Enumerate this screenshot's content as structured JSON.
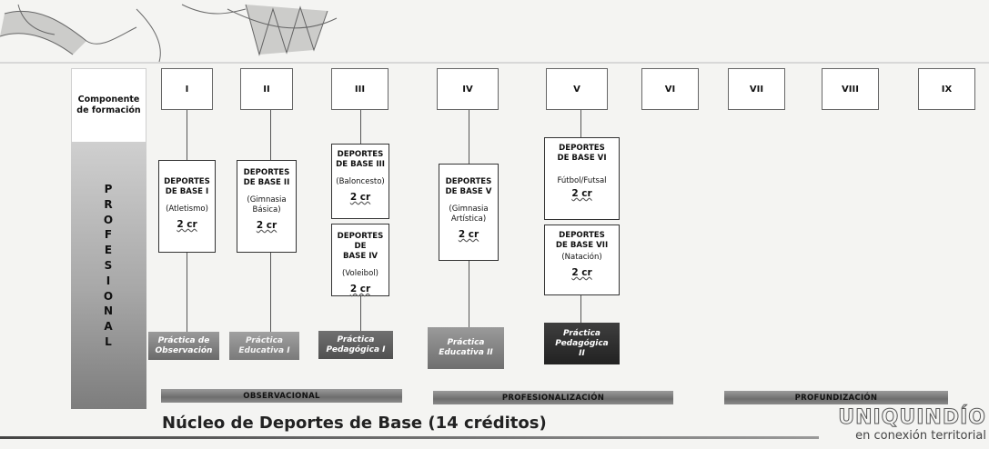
{
  "component_label": "Componente de formación",
  "semesters": [
    "I",
    "II",
    "III",
    "IV",
    "V",
    "VI",
    "VII",
    "VIII",
    "IX"
  ],
  "area_label_letters": [
    "P",
    "R",
    "O",
    "F",
    "E",
    "S",
    "I",
    "O",
    "N",
    "A",
    "L"
  ],
  "courses": [
    {
      "title_line1": "DEPORTES",
      "title_line2": "DE BASE I",
      "subtitle": "(Atletismo)",
      "credits": "2 cr"
    },
    {
      "title_line1": "DEPORTES",
      "title_line2": "DE BASE II",
      "subtitle": "(Gimnasia Básica)",
      "credits": "2 cr"
    },
    {
      "title_line1": "DEPORTES",
      "title_line2": "DE BASE III",
      "subtitle": "(Baloncesto)",
      "credits": "2 cr"
    },
    {
      "title_line1": "DEPORTES DE",
      "title_line2": "BASE IV",
      "subtitle": "(Voleibol)",
      "credits": "2 cr"
    },
    {
      "title_line1": "DEPORTES",
      "title_line2": "DE BASE V",
      "subtitle": "(Gimnasia Artística)",
      "credits": "2 cr"
    },
    {
      "title_line1": "DEPORTES",
      "title_line2": "DE BASE VI",
      "subtitle": "Fútbol/Futsal",
      "credits": "2 cr"
    },
    {
      "title_line1": "DEPORTES",
      "title_line2": "DE BASE VII",
      "subtitle": "(Natación)",
      "credits": "2 cr"
    }
  ],
  "practices": [
    "Práctica de Observación",
    "Práctica Educativa I",
    "Práctica Pedagógica I",
    "Práctica Educativa II",
    "Práctica Pedagógica II"
  ],
  "phases": [
    "OBSERVACIONAL",
    "PROFESIONALIZACIÓN",
    "PROFUNDIZACIÓN"
  ],
  "title": "Núcleo de Deportes de Base (14 créditos)",
  "brand": {
    "name": "UNIQUINDÍO",
    "tagline": "en conexión territorial"
  },
  "colors": {
    "practice_light": "#8c8c8c",
    "practice_mid": "#5a5a5a",
    "practice_dark": "#2e2e2e"
  }
}
